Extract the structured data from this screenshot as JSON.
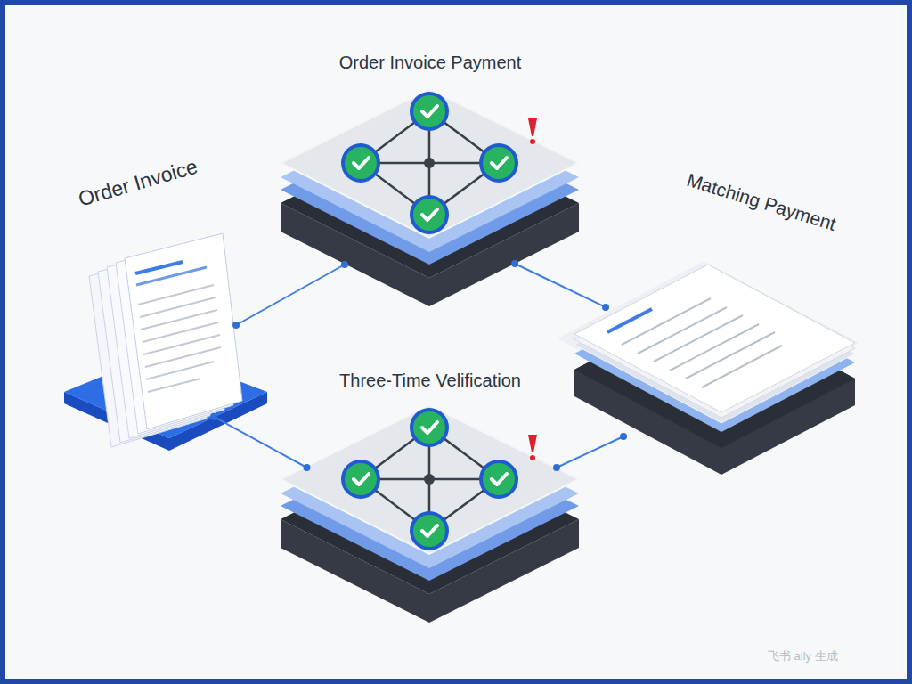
{
  "diagram": {
    "nodes": [
      {
        "text": [
          "Order Invoice"
        ]
      },
      {
        "text": [
          "Order Invoice Payment"
        ]
      },
      {
        "text": [
          "Three-Time Velification"
        ]
      },
      {
        "text": [
          "Matching Payment"
        ]
      }
    ],
    "edges": [
      {
        "from": 0,
        "to": 1,
        "arrow": "none"
      },
      {
        "from": 0,
        "to": 2,
        "arrow": "none"
      },
      {
        "from": 1,
        "to": 3,
        "arrow": "none"
      },
      {
        "from": 2,
        "to": 3,
        "arrow": "none"
      }
    ],
    "labels": [
      "飞书 aily 生成"
    ]
  }
}
